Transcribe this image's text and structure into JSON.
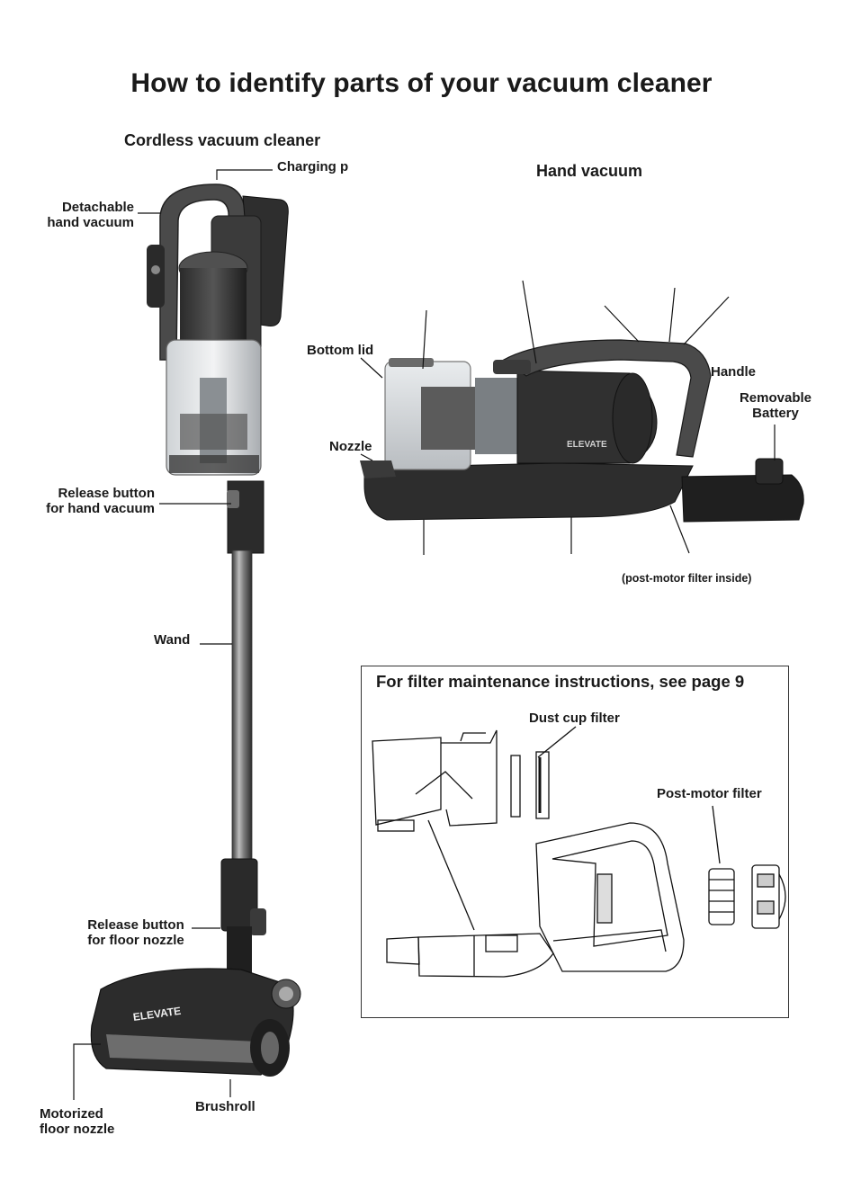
{
  "title": "How to identify parts of your vacuum cleaner",
  "cordless": {
    "heading": "Cordless vacuum cleaner",
    "labels": {
      "charging": "Charging p",
      "detachable_1": "Detachable",
      "detachable_2": "hand vacuum",
      "release_hand_1": "Release button",
      "release_hand_2": "for hand vacuum",
      "wand": "Wand",
      "release_floor_1": "Release button",
      "release_floor_2": "for floor nozzle",
      "motorized_1": "Motorized",
      "motorized_2": "floor nozzle",
      "brushroll": "Brushroll"
    },
    "floor_nozzle_brand": "ELEVATE"
  },
  "hand": {
    "heading": "Hand vacuum",
    "labels": {
      "bottom_lid": "Bottom lid",
      "nozzle": "Nozzle",
      "handle": "Handle",
      "battery_1": "Removable",
      "battery_2": "Battery",
      "post_motor_note": "(post-motor filter inside)"
    },
    "body_brand": "ELEVATE"
  },
  "filter_box": {
    "title": "For filter maintenance instructions, see page 9",
    "dust_cup_filter": "Dust cup filter",
    "post_motor_filter": "Post-motor filter"
  }
}
